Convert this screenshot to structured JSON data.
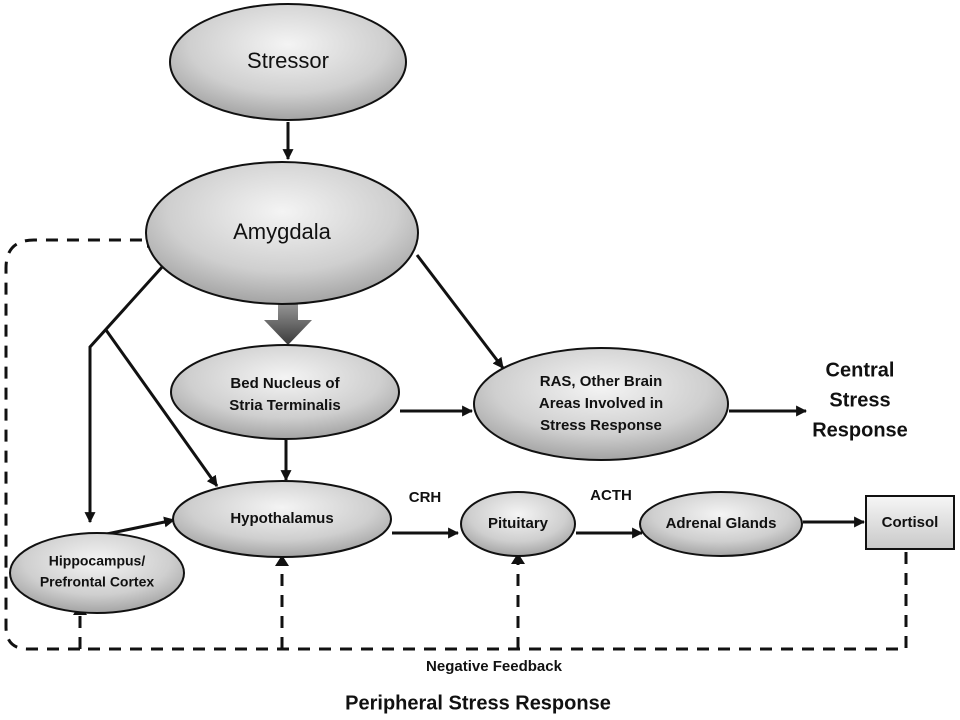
{
  "nodes": {
    "stressor": "Stressor",
    "amygdala": "Amygdala",
    "bnst": [
      "Bed Nucleus of",
      "Stria Terminalis"
    ],
    "ras": [
      "RAS, Other Brain",
      "Areas Involved in",
      "Stress Response"
    ],
    "hypothalamus": "Hypothalamus",
    "pituitary": "Pituitary",
    "adrenal": "Adrenal Glands",
    "cortisol": "Cortisol",
    "hippocampus": [
      "Hippocampus/",
      "Prefrontal Cortex"
    ]
  },
  "labels": {
    "crh": "CRH",
    "acth": "ACTH",
    "central_response": [
      "Central",
      "Stress",
      "Response"
    ],
    "negative_feedback": "Negative Feedback",
    "peripheral_response": "Peripheral Stress Response"
  }
}
